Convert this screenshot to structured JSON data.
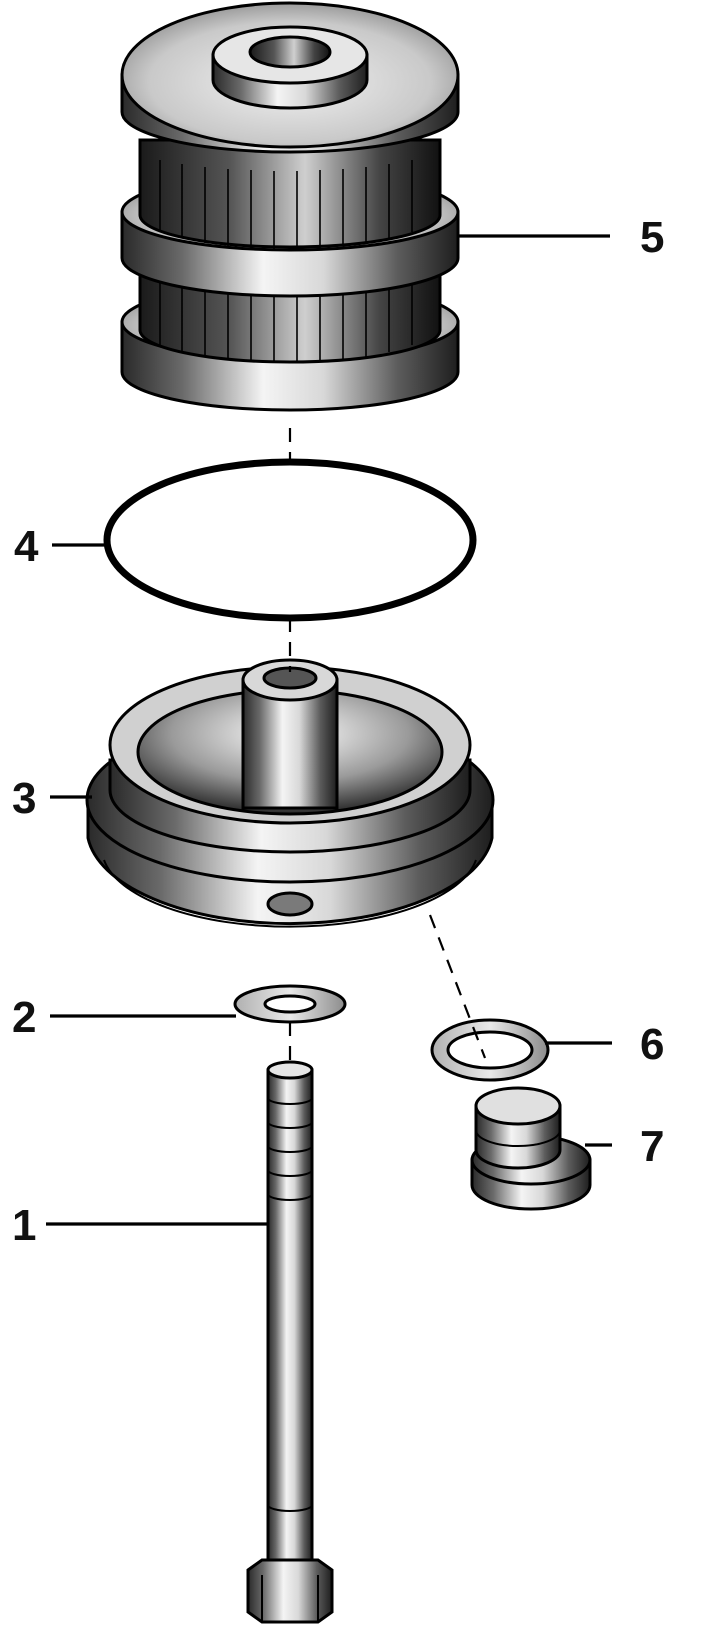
{
  "callouts": [
    {
      "label": "1",
      "part": "bolt"
    },
    {
      "label": "2",
      "part": "washer"
    },
    {
      "label": "3",
      "part": "housing-cover"
    },
    {
      "label": "4",
      "part": "o-ring"
    },
    {
      "label": "5",
      "part": "filter-element"
    },
    {
      "label": "6",
      "part": "drain-plug-seal"
    },
    {
      "label": "7",
      "part": "drain-plug"
    }
  ]
}
